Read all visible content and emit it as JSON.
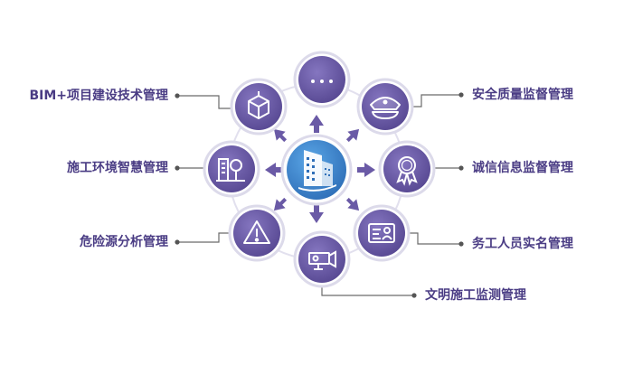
{
  "center": {
    "icon": "office-building-icon"
  },
  "nodes": [
    {
      "id": "more",
      "icon": "more-dots-icon",
      "label": ""
    },
    {
      "id": "safety",
      "icon": "police-cap-icon",
      "label": "安全质量监督管理"
    },
    {
      "id": "integrity",
      "icon": "award-badge-icon",
      "label": "诚信信息监督管理"
    },
    {
      "id": "labor",
      "icon": "id-card-icon",
      "label": "务工人员实名管理"
    },
    {
      "id": "civilized",
      "icon": "surveillance-camera-icon",
      "label": "文明施工监测管理"
    },
    {
      "id": "risk",
      "icon": "warning-triangle-icon",
      "label": "危险源分析管理"
    },
    {
      "id": "environment",
      "icon": "city-tree-icon",
      "label": "施工环境智慧管理"
    },
    {
      "id": "bim",
      "icon": "3d-cube-icon",
      "label": "BIM+项目建设技术管理"
    }
  ],
  "colors": {
    "node_fill": "#6a5aa6",
    "node_ring": "#d9d6e8",
    "center_fill": "#4a8fd2",
    "arrow": "#6a5aa6",
    "label_text": "#4a3c84",
    "connector": "#666666"
  }
}
